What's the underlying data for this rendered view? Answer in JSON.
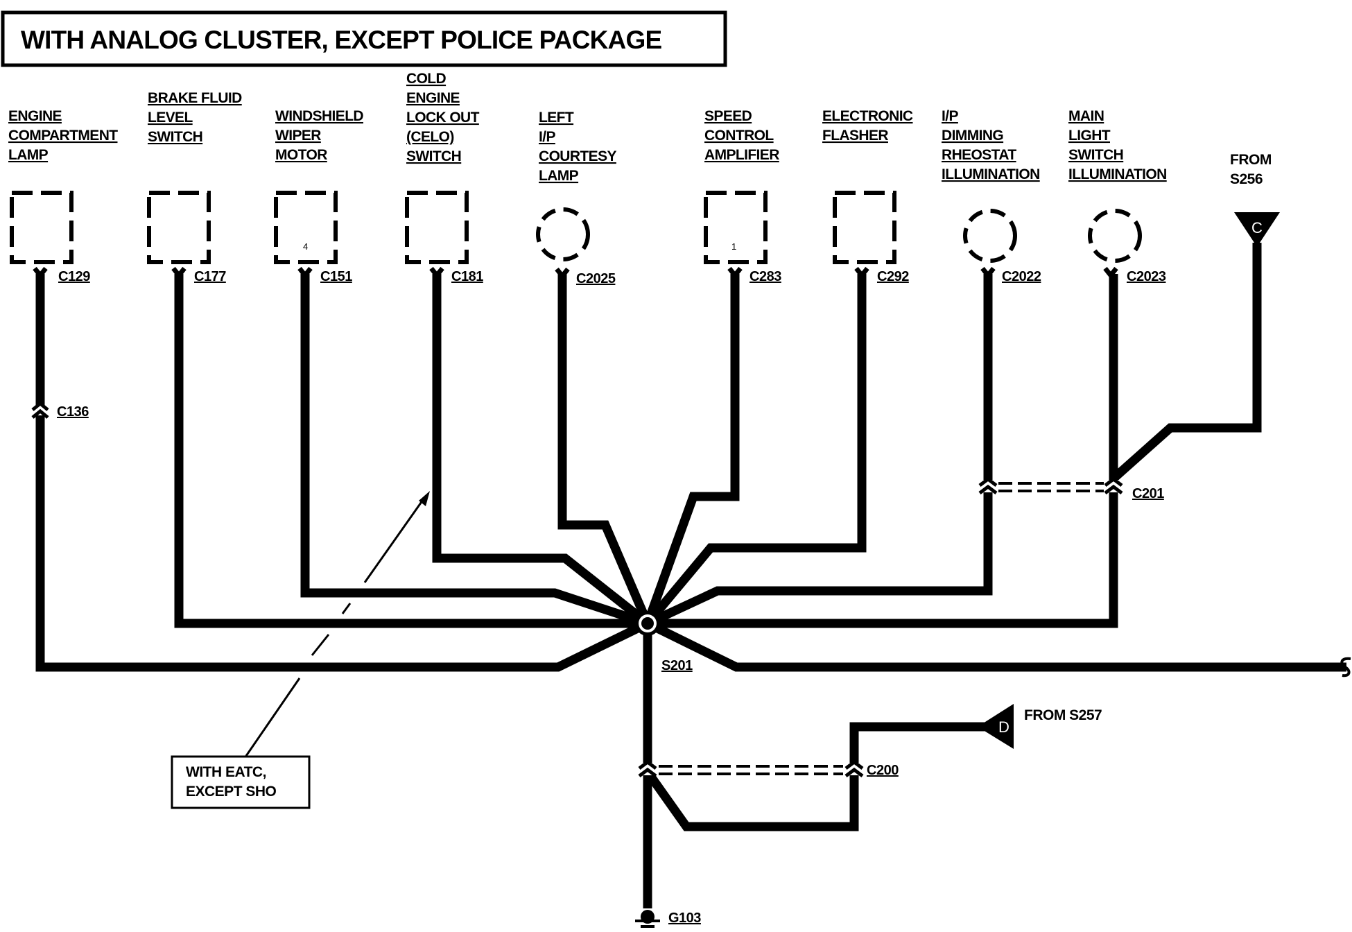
{
  "title": "WITH ANALOG CLUSTER, EXCEPT POLICE PACKAGE",
  "components": [
    {
      "id": "engine-compartment-lamp",
      "label": [
        "ENGINE",
        "COMPARTMENT",
        "LAMP"
      ],
      "shape": "box",
      "connector": "C129",
      "pin": ""
    },
    {
      "id": "brake-fluid-level-switch",
      "label": [
        "BRAKE FLUID",
        "LEVEL",
        "SWITCH"
      ],
      "shape": "box",
      "connector": "C177",
      "pin": ""
    },
    {
      "id": "windshield-wiper-motor",
      "label": [
        "WINDSHIELD",
        "WIPER",
        "MOTOR"
      ],
      "shape": "box",
      "connector": "C151",
      "pin": "4"
    },
    {
      "id": "celo-switch",
      "label": [
        "COLD",
        "ENGINE",
        "LOCK OUT",
        "(CELO)",
        "SWITCH"
      ],
      "shape": "box",
      "connector": "C181",
      "pin": ""
    },
    {
      "id": "left-ip-courtesy-lamp",
      "label": [
        "LEFT",
        "I/P",
        "COURTESY",
        "LAMP"
      ],
      "shape": "circle",
      "connector": "C2025",
      "pin": ""
    },
    {
      "id": "speed-control-amplifier",
      "label": [
        "SPEED",
        "CONTROL",
        "AMPLIFIER"
      ],
      "shape": "box",
      "connector": "C283",
      "pin": "1"
    },
    {
      "id": "electronic-flasher",
      "label": [
        "ELECTRONIC",
        "FLASHER"
      ],
      "shape": "box",
      "connector": "C292",
      "pin": ""
    },
    {
      "id": "ip-dimming-rheostat-illumination",
      "label": [
        "I/P",
        "DIMMING",
        "RHEOSTAT",
        "ILLUMINATION"
      ],
      "shape": "circle",
      "connector": "C2022",
      "pin": ""
    },
    {
      "id": "main-light-switch-illumination",
      "label": [
        "MAIN",
        "LIGHT",
        "SWITCH",
        "ILLUMINATION"
      ],
      "shape": "circle",
      "connector": "C2023",
      "pin": ""
    }
  ],
  "from_s256": {
    "label": [
      "FROM",
      "S256"
    ],
    "marker": "C"
  },
  "from_s257": {
    "label": "FROM S257",
    "marker": "D"
  },
  "inline_connectors": {
    "c136": "C136",
    "c201": "C201",
    "c200": "C200"
  },
  "splice": "S201",
  "ground": "G103",
  "callout": [
    "WITH EATC,",
    "EXCEPT SHO"
  ]
}
